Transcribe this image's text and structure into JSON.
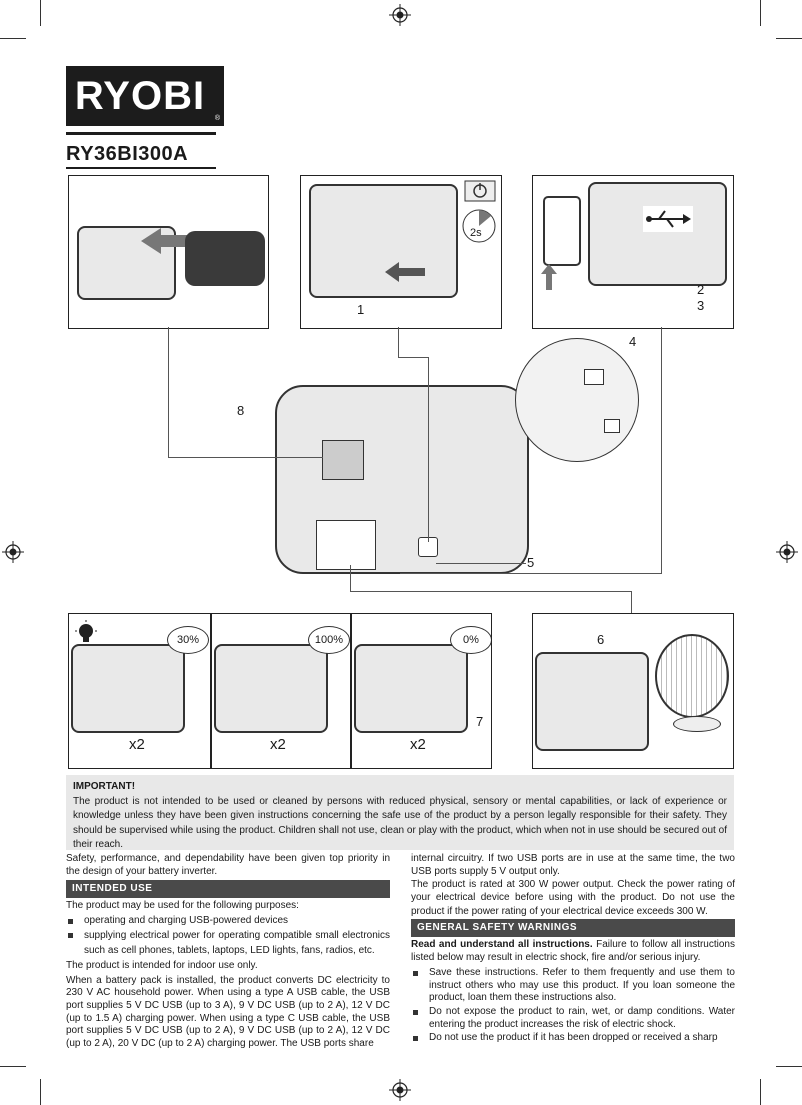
{
  "brand": {
    "logo_text": "RYOBI",
    "registered": "®",
    "model": "RY36BI300A"
  },
  "figures": {
    "callouts": [
      "1",
      "2",
      "3",
      "4",
      "5",
      "6",
      "7",
      "8"
    ],
    "timer_label": "2s",
    "charge_levels": [
      "30%",
      "100%",
      "0%"
    ],
    "press_count": "x2"
  },
  "important": {
    "title": "IMPORTANT!",
    "body": "The product is not intended to be used or cleaned by persons with reduced physical, sensory or mental capabilities, or lack of experience or knowledge unless they have been given instructions concerning the safe use of the product by a person legally responsible for their safety. They should be supervised while using the product. Children shall not use, clean or play with the product, which when not in use should be secured out of their reach."
  },
  "left_col": {
    "intro": "Safety, performance, and dependability have been given top priority in the design of your battery inverter.",
    "intended_use_header": "INTENDED USE",
    "purposes_lead": "The product may be used for the following purposes:",
    "purposes": [
      "operating and charging USB-powered devices",
      "supplying electrical power for operating compatible small electronics such as cell phones, tablets, laptops, LED lights, fans, radios, etc."
    ],
    "indoor": "The product is intended for indoor use only.",
    "battery_para": "When a battery pack is installed, the product converts DC electricity to 230 V AC household power. When using a type A USB cable, the USB port supplies 5 V DC USB (up to 3 A), 9 V DC USB (up to 2 A), 12 V DC (up to 1.5 A) charging power. When using a type C USB cable, the USB port supplies 5 V DC USB (up to 2 A), 9 V DC USB (up to 2 A), 12 V DC (up to 2 A), 20 V DC (up to 2 A) charging power. The USB ports share"
  },
  "right_col": {
    "cont": "internal circuitry. If two USB ports are in use at the same time, the two USB ports supply 5 V output only.",
    "rated": "The product is rated at 300 W power output. Check the power rating of your electrical device before using with the product. Do not use the product if the power rating of your electrical device exceeds 300 W.",
    "gsw_header": "GENERAL SAFETY WARNINGS",
    "read_bold": "Read and understand all instructions.",
    "read_rest": " Failure to follow all instructions listed below may result in electric shock, fire and/or serious injury.",
    "warnings": [
      "Save these instructions. Refer to them frequently and use them to instruct others who may use this product. If you loan someone the product, loan them these instructions also.",
      "Do not expose the product to rain, wet, or damp conditions. Water entering the product increases the risk of electric shock.",
      "Do not use the product if it has been dropped or received a sharp"
    ]
  }
}
